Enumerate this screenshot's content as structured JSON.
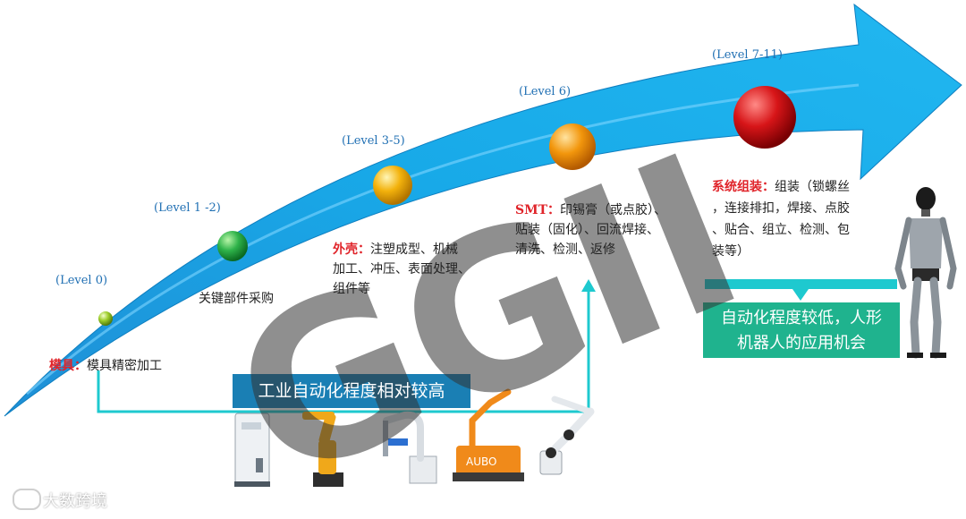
{
  "levels": {
    "l0": "(Level 0)",
    "l1": "(Level 1 -2)",
    "l3": "(Level 3-5)",
    "l6": "(Level 6)",
    "l7": "(Level 7-11)"
  },
  "stages": {
    "mold": {
      "title": "模具：",
      "desc": "模具精密加工"
    },
    "parts": {
      "desc": "关键部件采购"
    },
    "shell": {
      "title": "外壳：",
      "line1": "注塑成型、机械",
      "line2": "加工、冲压、表面处理、",
      "line3": "组件等"
    },
    "smt": {
      "title": "SMT：",
      "line1": "印锡膏（或点胶）、",
      "line2": "贴装（固化）、回流焊接、",
      "line3": "清洗、检测、返修"
    },
    "system": {
      "title": "系统组装：",
      "line1": "组装（锁螺丝",
      "line2": "，连接排扣，焊接、点胶",
      "line3": "、贴合、组立、检测、包",
      "line4": "装等）"
    }
  },
  "banners": {
    "high": "工业自动化程度相对较高",
    "low_line1": "自动化程度较低，人形",
    "low_line2": "机器人的应用机会"
  },
  "watermark": {
    "big": "GGII",
    "corner": "大数跨境"
  },
  "colors": {
    "arrow": "#1aa6e6",
    "teal": "#1ec9cf",
    "banner_blue": "#1a7fb4",
    "banner_green": "#1fb38e",
    "ball_green": "#2fb34a",
    "ball_yellow": "#f3b20c",
    "ball_orange": "#f2960c",
    "ball_red": "#d71518",
    "ball_lime": "#9ccc2a"
  },
  "icons": [
    "industrial-robot-icon",
    "humanoid-robot-icon"
  ]
}
